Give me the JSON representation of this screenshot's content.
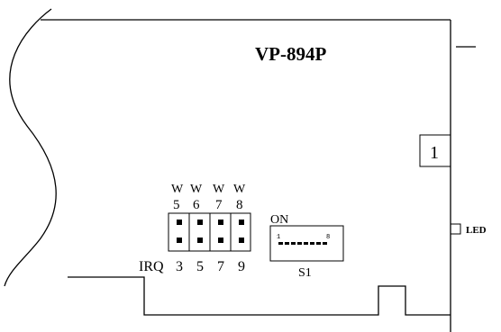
{
  "board": {
    "model": "VP-894P",
    "connector_label": "1",
    "led_label": "LED"
  },
  "jumpers": {
    "w_labels": [
      "W",
      "W",
      "W",
      "W"
    ],
    "w_numbers": [
      "5",
      "6",
      "7",
      "8"
    ],
    "irq_label": "IRQ",
    "irq_numbers": [
      "3",
      "5",
      "7",
      "9"
    ]
  },
  "dip_switch": {
    "on_label": "ON",
    "first_pos": "1",
    "last_pos": "8",
    "name": "S1"
  }
}
